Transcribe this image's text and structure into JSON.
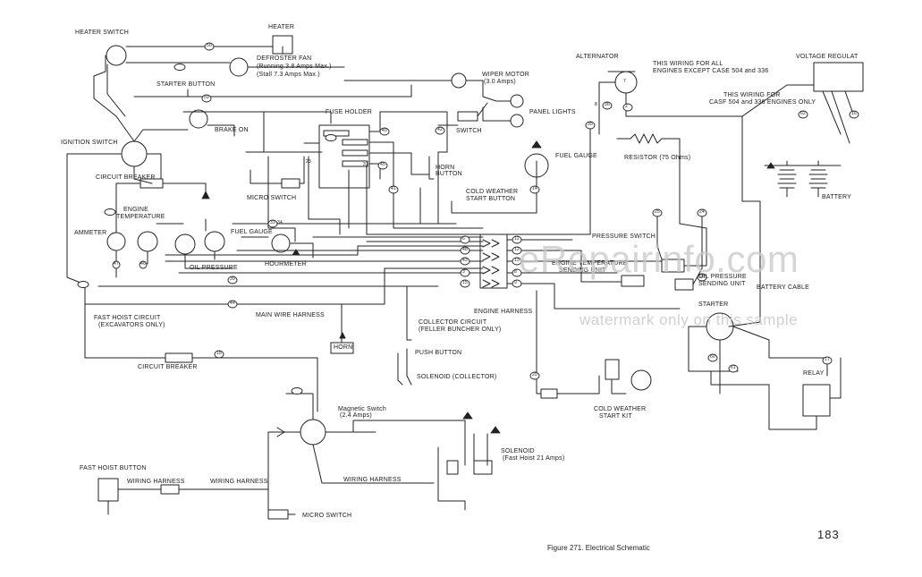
{
  "labels": {
    "heater_switch": "HEATER SWITCH",
    "heater": "HEATER",
    "defroster_fan": "DEFROSTER FAN",
    "defroster_running": "(Running 3.8 Amps Max.)",
    "defroster_stall": "(Stall 7.3 Amps Max.)",
    "starter_button": "STARTER BUTTON",
    "wiper_motor": "WIPER MOTOR",
    "wiper_amps": "(3.0 Amps)",
    "panel_lights": "PANEL LIGHTS",
    "switch": "SWITCH",
    "alternator": "ALTERNATOR",
    "wiring_all_1": "THIS WIRING FOR ALL",
    "wiring_all_2": "ENGINES EXCEPT CASE 504 and 336",
    "wiring_for": "THIS WIRING FOR",
    "wiring_case": "CASF 504 and 336 ENGINES ONLY",
    "voltage_regulator": "VOLTAGE REGULAT",
    "brake_on": "BRAKE ON",
    "fuse_holder": "FUSE HOLDER",
    "ignition_switch": "IGNITION SWITCH",
    "horn_button_1": "HORN",
    "horn_button_2": "BUTTON",
    "fuel_gauge_right": "FUEL GAUGE",
    "resistor": "RESISTOR (75 Ohms)",
    "battery": "BATTERY",
    "circuit_breaker_top": "CIRCUIT BREAKER",
    "micro_switch_top": "MICRO SWITCH",
    "cold_weather_1": "COLD WEATHER",
    "cold_weather_2": "START BUTTON",
    "engine_temp_1": "ENGINE",
    "engine_temp_2": "TEMPERATURE",
    "ammeter": "AMMETER",
    "fuel_gauge_left": "FUEL GAUGE",
    "oil_pressure": "OIL PRESSURE",
    "hourmeter": "HOURMETER",
    "pressure_switch": "PRESSURE SWITCH",
    "engine_temp_sending_1": "ENGINE TEMPERATURE",
    "engine_temp_sending_2": "SENDING UNIT",
    "oil_pressure_sending_1": "OIL PRESSURE",
    "oil_pressure_sending_2": "SENDING UNIT",
    "battery_cable": "BATTERY CABLE",
    "fast_hoist_circuit_1": "FAST HOIST CIRCUIT",
    "fast_hoist_circuit_2": "(EXCAVATORS ONLY)",
    "main_wire_harness": "MAIN WIRE HARNESS",
    "engine_harness": "ENGINE HARNESS",
    "starter": "STARTER",
    "collector_circuit_1": "COLLECTOR CIRCUIT",
    "collector_circuit_2": "(FELLER BUNCHER ONLY)",
    "horn": "HORN",
    "push_button": "PUSH BUTTON",
    "circuit_breaker_bottom": "CIRCUIT BREAKER",
    "solenoid_collector": "SOLENOID (COLLECTOR)",
    "relay": "RELAY",
    "magnetic_switch_1": "Magnetic Switch",
    "magnetic_switch_2": "(2.4 Amps)",
    "cold_weather_kit_1": "COLD WEATHER",
    "cold_weather_kit_2": "START KIT",
    "solenoid_main": "SOLENOID",
    "solenoid_detail": "(Fast Hoist  21 Amps)",
    "fast_hoist_button": "FAST HOIST BUTTON",
    "wiring_harness_a": "WIRING HARNESS",
    "wiring_harness_b": "WIRING HARNESS",
    "wiring_harness_c": "WIRING HARNESS",
    "micro_switch_bottom": "MICRO SWITCH"
  },
  "wire_numbers": [
    "50",
    "59",
    "49",
    "42",
    "45",
    "41",
    "33",
    "39",
    "44",
    "46",
    "47",
    "6",
    "48",
    "43",
    "3",
    "15",
    "11",
    "12",
    "13",
    "8",
    "9",
    "14",
    "20",
    "35",
    "36",
    "2",
    "25",
    "24",
    "56",
    "60",
    "61",
    "62",
    "16",
    "17",
    "18",
    "34",
    "31",
    "23",
    "8",
    "7"
  ],
  "figure_caption": "Figure 271.  Electrical Schematic",
  "page_number": "183",
  "watermark": {
    "site": "eRepairinfo.com",
    "note": "watermark only on this sample"
  }
}
